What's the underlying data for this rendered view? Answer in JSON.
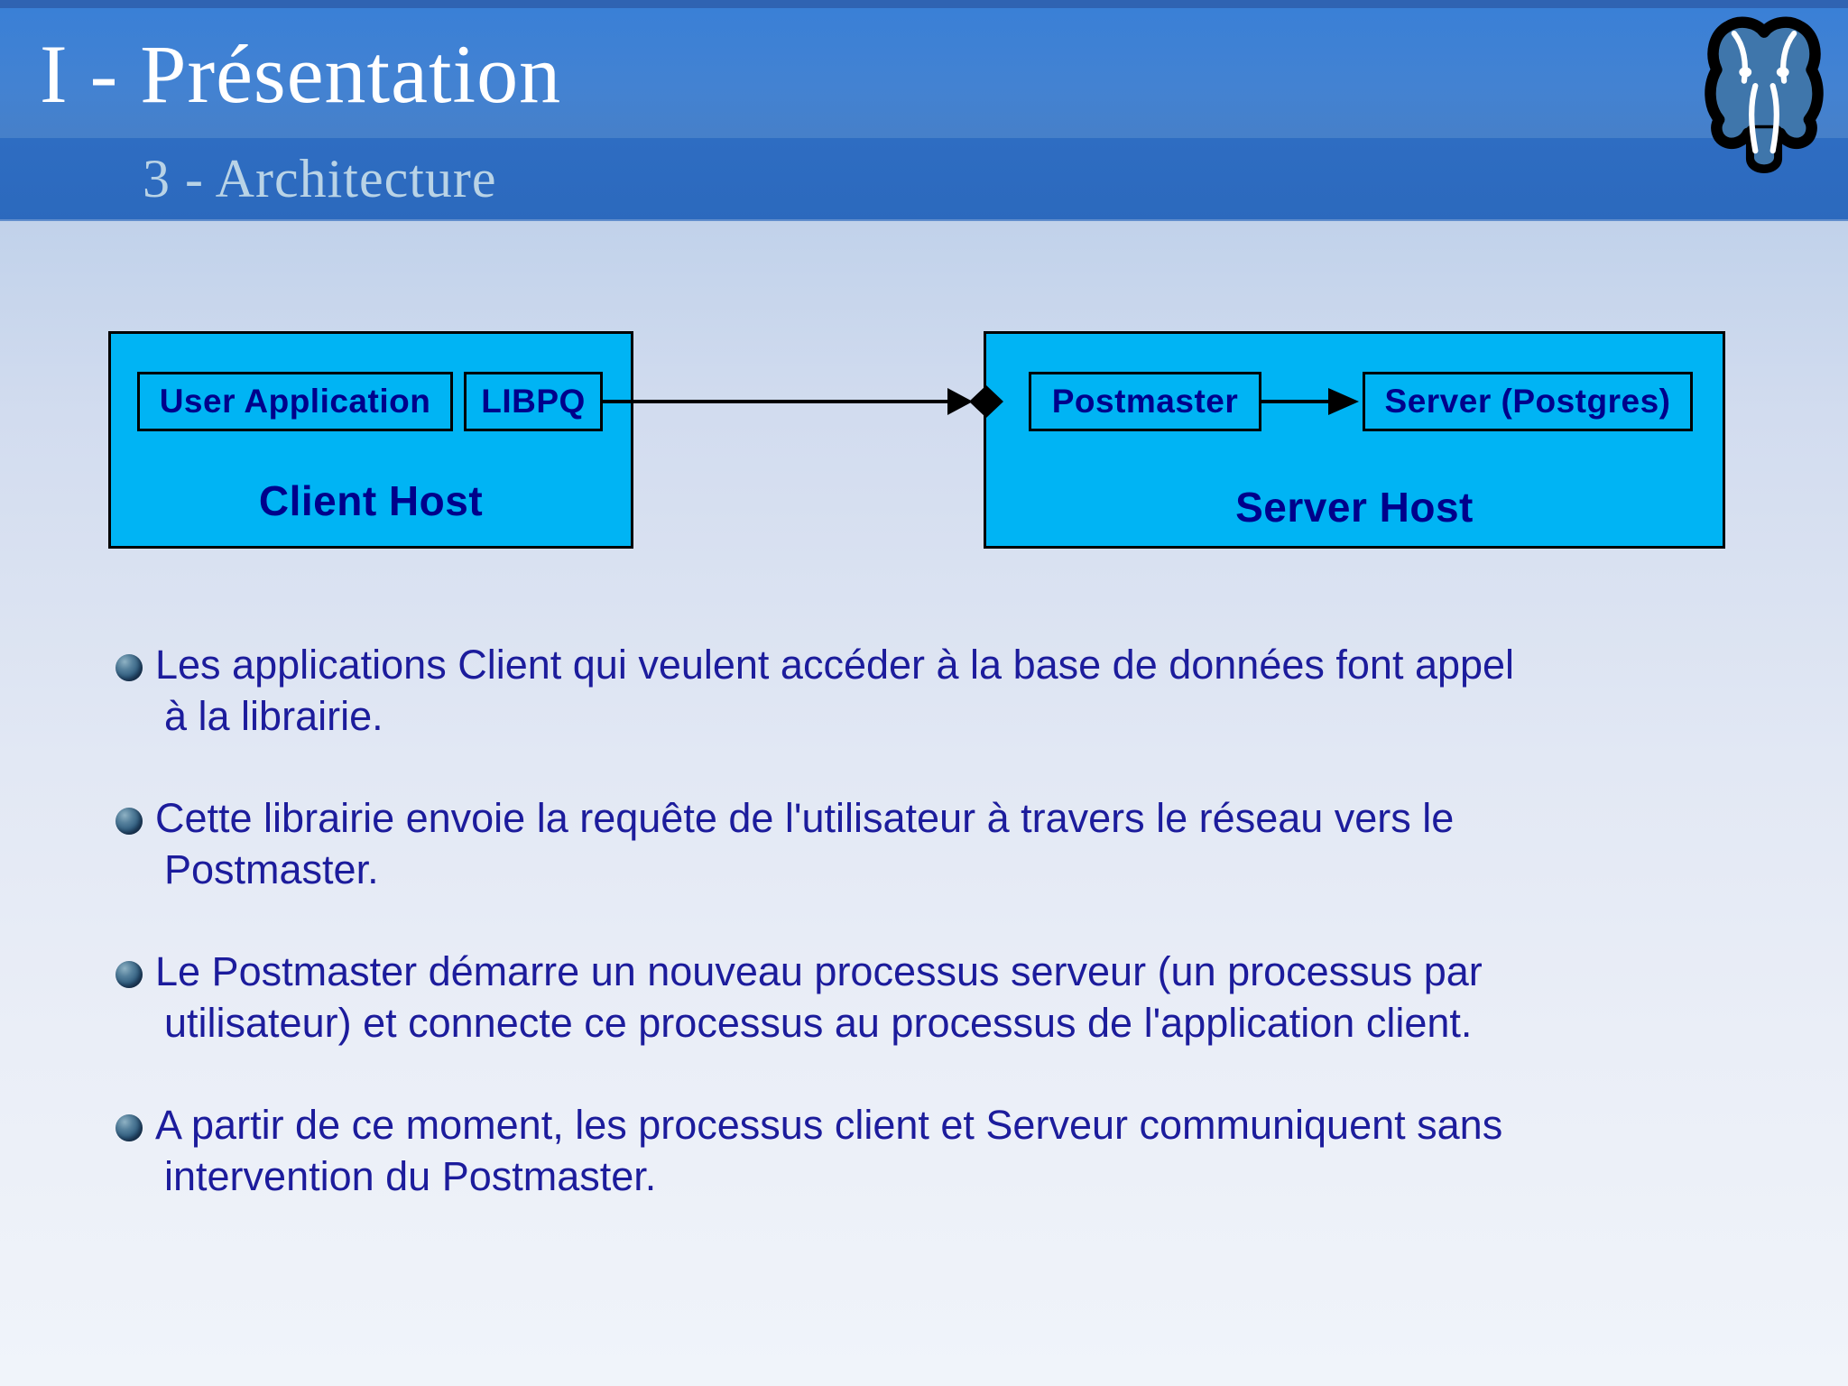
{
  "header": {
    "title": "I - Présentation",
    "subtitle": "3 - Architecture"
  },
  "diagram": {
    "client_host": {
      "label": "Client Host",
      "user_application": "User Application",
      "libpq": "LIBPQ"
    },
    "server_host": {
      "label": "Server Host",
      "postmaster": "Postmaster",
      "server_postgres": "Server (Postgres)"
    },
    "colors": {
      "box_fill": "#00b4f4",
      "box_border": "#000000",
      "label_text": "#00008b"
    }
  },
  "bullets": [
    {
      "lines": [
        "Les applications Client qui veulent accéder à la base de données font appel",
        "à la librairie."
      ]
    },
    {
      "lines": [
        "Cette librairie envoie la requête de l'utilisateur à travers le réseau vers le",
        "Postmaster."
      ]
    },
    {
      "lines": [
        "Le Postmaster démarre un nouveau processus serveur (un processus par",
        "utilisateur) et connecte ce processus au processus de l'application client."
      ]
    },
    {
      "lines": [
        "A partir de ce moment, les processus client et Serveur communiquent sans",
        "intervention du Postmaster."
      ]
    }
  ],
  "colors": {
    "title_band": "#3a80d6",
    "subtitle_band": "#2d6cc0",
    "title_text": "#ffffff",
    "subtitle_text": "#b9d3e6",
    "body_text": "#1c1c9c",
    "logo_fill": "#3f76ab",
    "background_top": "#a9c3e3",
    "background_bottom": "#f0f4fa"
  }
}
